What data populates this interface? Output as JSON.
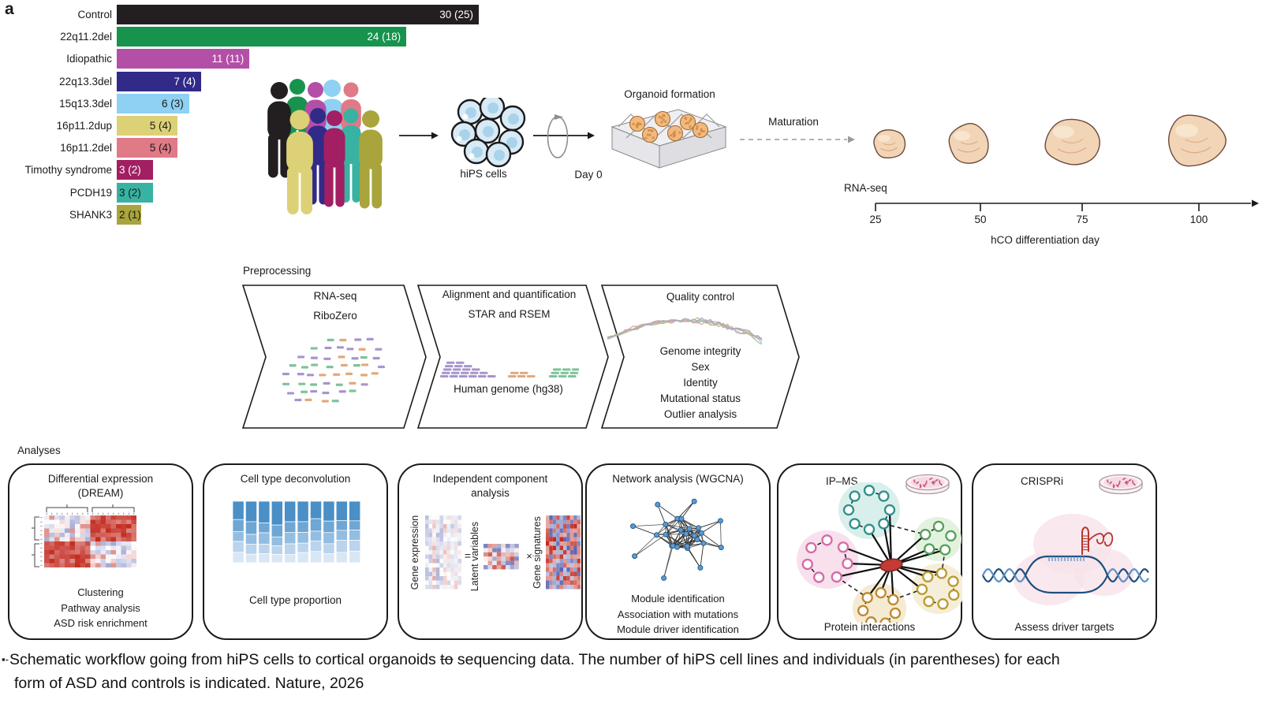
{
  "panel_label": "a",
  "chart_data": {
    "type": "bar",
    "orientation": "horizontal",
    "categories": [
      "Control",
      "22q11.2del",
      "Idiopathic",
      "22q13.3del",
      "15q13.3del",
      "16p11.2dup",
      "16p11.2del",
      "Timothy syndrome",
      "PCDH19",
      "SHANK3"
    ],
    "values": [
      30,
      24,
      11,
      7,
      6,
      5,
      5,
      3,
      3,
      2
    ],
    "individuals": [
      25,
      18,
      11,
      4,
      3,
      4,
      4,
      2,
      2,
      1
    ],
    "value_labels": [
      "30 (25)",
      "24 (18)",
      "11 (11)",
      "7 (4)",
      "6 (3)",
      "5 (4)",
      "5 (4)",
      "3 (2)",
      "3 (2)",
      "2 (1)"
    ],
    "bar_colors": [
      "#231f20",
      "#17934d",
      "#b44fa8",
      "#322a88",
      "#8ed1f2",
      "#ddd177",
      "#e07a87",
      "#a11f62",
      "#38b2a2",
      "#a9a43c"
    ],
    "value_label_light": [
      true,
      true,
      true,
      true,
      false,
      false,
      false,
      true,
      false,
      false
    ],
    "xlim": [
      0,
      30
    ]
  },
  "flow": {
    "hips_label": "hiPS cells",
    "day0_label": "Day 0",
    "organoid_formation_label": "Organoid formation",
    "maturation_label": "Maturation"
  },
  "timeline": {
    "rna_seq_label": "RNA-seq",
    "tick_labels": [
      "25",
      "50",
      "75",
      "100"
    ],
    "axis_label": "hCO differentiation day"
  },
  "preprocessing": {
    "section_label": "Preprocessing",
    "step1": {
      "line1": "RNA-seq",
      "line2": "RiboZero"
    },
    "step2": {
      "line1": "Alignment and quantification",
      "line2": "STAR and RSEM",
      "genome_label": "Human genome (hg38)"
    },
    "step3": {
      "line1": "Quality control",
      "items": [
        "Genome integrity",
        "Sex",
        "Identity",
        "Mutational status",
        "Outlier analysis"
      ]
    }
  },
  "analyses": {
    "section_label": "Analyses",
    "box1": {
      "title": "Differential expression",
      "title2": "(DREAM)",
      "items": [
        "Clustering",
        "Pathway analysis",
        "ASD risk enrichment"
      ]
    },
    "box2": {
      "title": "Cell type deconvolution",
      "footer": "Cell type proportion"
    },
    "box3": {
      "title": "Independent component",
      "title2": "analysis",
      "label_left": "Gene expression",
      "label_mid": "Latent variables",
      "label_right": "Gene signatures",
      "op_equals": "=",
      "op_times": "×"
    },
    "box4": {
      "title": "Network analysis (WGCNA)",
      "items": [
        "Module identification",
        "Association with mutations",
        "Module driver identification"
      ]
    },
    "box5": {
      "title": "IP–MS",
      "footer": "Protein interactions"
    },
    "box6": {
      "title": "CRISPRi",
      "footer": "Assess driver targets"
    }
  },
  "caption": {
    "prefix": "▪-",
    "line1_pre": "Schematic workflow going from hiPS cells to cortical organoids ",
    "line1_struck": "to",
    "line1_post": " sequencing data. The number of hiPS cell lines and individuals (in parentheses) for each",
    "line2": "form of ASD and controls is indicated. Nature, 2026"
  },
  "illustration_colors": {
    "person_palette": [
      "#231f20",
      "#17934d",
      "#b44fa8",
      "#8ed1f2",
      "#e07a87",
      "#38b2a2",
      "#322a88",
      "#a11f62",
      "#a9a43c",
      "#ddd177"
    ],
    "hips_cell_fill": "#d8eaf6",
    "hips_nucleus": "#a9d3ea",
    "organoid_fill": "#f2d4b6",
    "organoid_outline": "#6b4a3a",
    "read_colors": [
      "#7fc29b",
      "#a795cc",
      "#e3a878"
    ],
    "genome_highlight": "#bcd7ec",
    "heatmap_red": "#c32b20",
    "heatmap_blue": "#5a63b0",
    "stacked_bar_blues": [
      "#4a8fc6",
      "#6ea6d4",
      "#93bde1",
      "#b9d4ec",
      "#d9e7f5"
    ],
    "network_node": "#5b9bd5",
    "ipms_hub": "#c23b35",
    "ipms_cluster_colors": [
      "#2f8f8a",
      "#55a05a",
      "#d46aa8",
      "#bd8a2f",
      "#b99b30"
    ],
    "dna_dark": "#1d4f7c",
    "dna_light": "#5b8fc9",
    "sgRNA_red": "#b5352e",
    "petri_fill": "#f6d9e4"
  }
}
